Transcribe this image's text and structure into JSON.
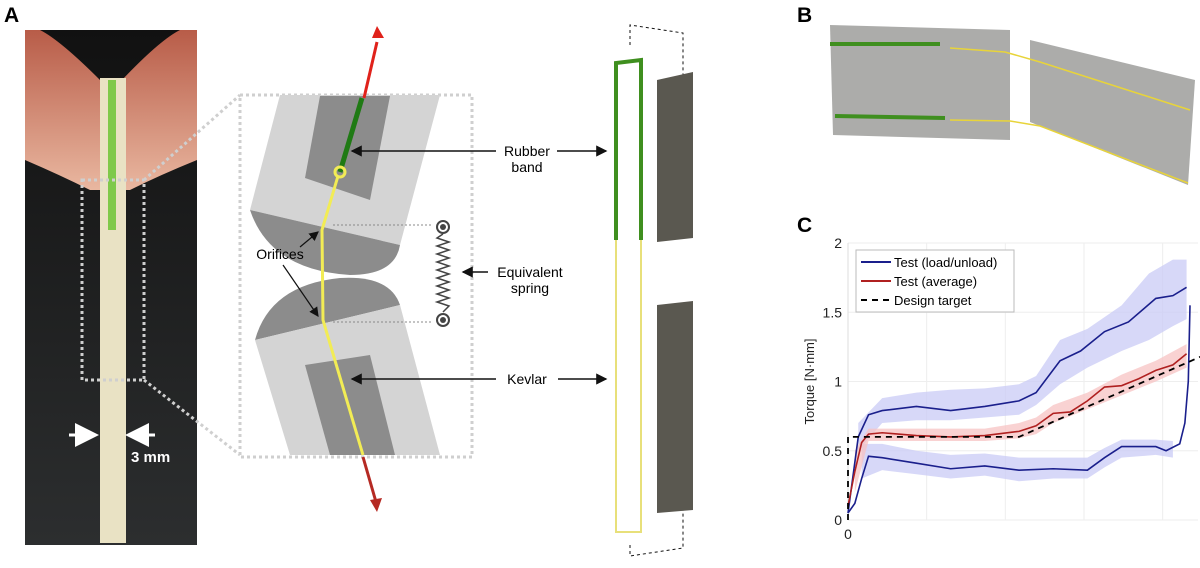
{
  "panels": {
    "A": {
      "label": "A",
      "photo_scale": "3 mm",
      "annotations": {
        "rubber_band": "Rubber\nband",
        "orifices": "Orifices",
        "equivalent_spring": "Equivalent\nspring",
        "kevlar": "Kevlar"
      }
    },
    "B": {
      "label": "B"
    },
    "C": {
      "label": "C"
    }
  },
  "colors": {
    "load_unload": "#1a1f8c",
    "load_band": "#c9cbf5",
    "average": "#b02020",
    "average_band": "#f7c3c3",
    "target": "#000000",
    "rubber_band_green": "#3f8f1f",
    "kevlar_yellow": "#f2ec55",
    "pull_arrow_red": "#e0221b",
    "light_gray": "#d4d4d4",
    "dark_gray": "#8c8c8c",
    "module_gray": "#5a5850"
  },
  "chart_data": {
    "type": "line",
    "title": "",
    "xlabel": "",
    "ylabel": "Torque [N·mm]",
    "xlim": [
      0,
      1
    ],
    "ylim": [
      0,
      2
    ],
    "x_tick_labels": [
      "0"
    ],
    "y_ticks": [
      0,
      0.5,
      1,
      1.5,
      2
    ],
    "y_tick_labels": [
      "0",
      "0.5",
      "1",
      "1.5",
      "2"
    ],
    "grid": true,
    "legend": {
      "position": "top-left",
      "entries": [
        "Test (load/unload)",
        "Test (average)",
        "Design target"
      ]
    },
    "series": [
      {
        "name": "Test (load/unload) - loading",
        "style": "solid",
        "x": [
          0,
          0.03,
          0.06,
          0.1,
          0.2,
          0.3,
          0.4,
          0.5,
          0.55,
          0.62,
          0.68,
          0.75,
          0.82,
          0.9,
          0.95,
          0.99
        ],
        "y": [
          0.05,
          0.6,
          0.76,
          0.79,
          0.82,
          0.79,
          0.82,
          0.86,
          0.92,
          1.15,
          1.22,
          1.36,
          1.43,
          1.6,
          1.62,
          1.68
        ]
      },
      {
        "name": "Test (load/unload) - unloading",
        "style": "solid",
        "x": [
          1.0,
          0.995,
          0.985,
          0.97,
          0.93,
          0.9,
          0.85,
          0.8,
          0.75,
          0.7,
          0.6,
          0.5,
          0.4,
          0.3,
          0.2,
          0.1,
          0.06,
          0.04,
          0.02,
          0
        ],
        "y": [
          1.55,
          1.0,
          0.7,
          0.55,
          0.5,
          0.53,
          0.53,
          0.53,
          0.45,
          0.36,
          0.37,
          0.36,
          0.39,
          0.37,
          0.41,
          0.45,
          0.46,
          0.3,
          0.12,
          0.05
        ]
      },
      {
        "name": "Test (average)",
        "style": "solid",
        "x": [
          0,
          0.02,
          0.04,
          0.06,
          0.1,
          0.2,
          0.3,
          0.4,
          0.5,
          0.55,
          0.6,
          0.65,
          0.7,
          0.75,
          0.8,
          0.85,
          0.9,
          0.95,
          0.99
        ],
        "y": [
          0.1,
          0.35,
          0.56,
          0.62,
          0.63,
          0.61,
          0.6,
          0.61,
          0.64,
          0.68,
          0.77,
          0.78,
          0.86,
          0.96,
          0.97,
          1.02,
          1.08,
          1.12,
          1.2
        ]
      },
      {
        "name": "Design target",
        "style": "dashed",
        "x": [
          0,
          0,
          0.5,
          1.05
        ],
        "y": [
          0,
          0.6,
          0.6,
          1.2
        ]
      }
    ],
    "bands": [
      {
        "name": "load band",
        "x": [
          0.03,
          0.1,
          0.2,
          0.3,
          0.4,
          0.5,
          0.55,
          0.62,
          0.7,
          0.8,
          0.88,
          0.95,
          0.99
        ],
        "lower": [
          0.5,
          0.7,
          0.72,
          0.72,
          0.74,
          0.76,
          0.83,
          0.98,
          1.1,
          1.22,
          1.3,
          1.4,
          1.45
        ],
        "upper": [
          0.7,
          0.88,
          0.92,
          0.94,
          0.95,
          0.98,
          1.04,
          1.3,
          1.38,
          1.55,
          1.78,
          1.88,
          1.88
        ]
      },
      {
        "name": "unload band",
        "x": [
          0.04,
          0.1,
          0.2,
          0.3,
          0.4,
          0.5,
          0.6,
          0.7,
          0.75,
          0.8,
          0.9,
          0.95
        ],
        "lower": [
          0.3,
          0.36,
          0.33,
          0.3,
          0.32,
          0.28,
          0.3,
          0.3,
          0.38,
          0.45,
          0.47,
          0.45
        ],
        "upper": [
          0.55,
          0.55,
          0.5,
          0.47,
          0.48,
          0.45,
          0.45,
          0.45,
          0.52,
          0.58,
          0.58,
          0.57
        ]
      },
      {
        "name": "average band",
        "x": [
          0.02,
          0.06,
          0.2,
          0.4,
          0.5,
          0.55,
          0.6,
          0.7,
          0.8,
          0.9,
          0.99
        ],
        "lower": [
          0.2,
          0.57,
          0.57,
          0.57,
          0.59,
          0.62,
          0.7,
          0.8,
          0.9,
          1.0,
          1.1
        ],
        "upper": [
          0.5,
          0.66,
          0.66,
          0.66,
          0.7,
          0.74,
          0.83,
          0.92,
          1.05,
          1.15,
          1.27
        ]
      }
    ]
  }
}
